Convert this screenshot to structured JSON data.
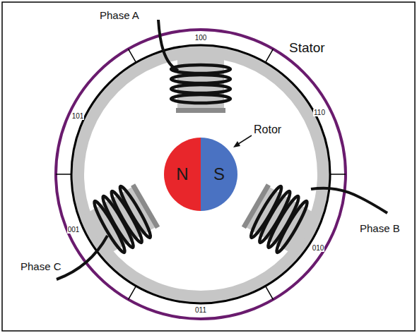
{
  "diagram": {
    "nodes": [
      {
        "text": [
          "N"
        ]
      },
      {
        "text": [
          "S"
        ]
      }
    ],
    "labels": [
      "Phase A",
      "Stator",
      "100",
      "110",
      "Rotor",
      "101",
      "001",
      "Phase C",
      "Phase B",
      "010",
      "011"
    ]
  }
}
